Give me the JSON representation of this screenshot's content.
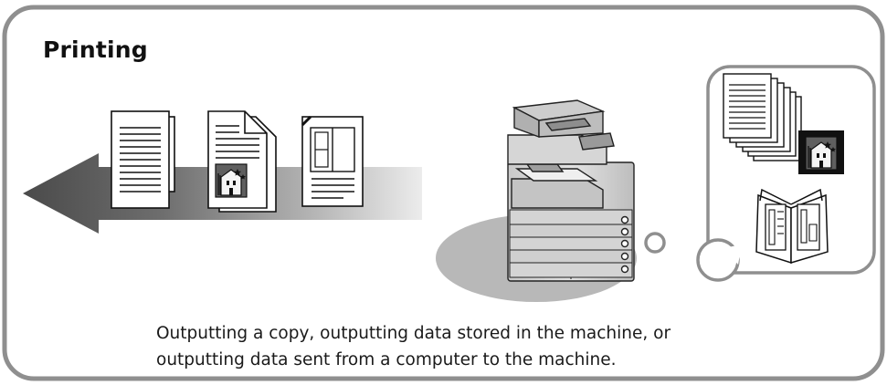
{
  "section": {
    "title": "Printing",
    "caption_lines": [
      "Outputting a copy, outputting data stored in the machine, or",
      "outputting data sent from a computer to the machine."
    ]
  },
  "icons": {
    "output_arrow": "output-arrow-icon",
    "text_document": "text-document-icon",
    "image_document": "image-document-icon",
    "layout_document": "layout-document-icon",
    "printer": "multifunction-printer-icon",
    "thought_bubble": "thought-bubble-icon",
    "stacked_documents": "stacked-documents-icon",
    "photo": "photo-icon",
    "booklet": "booklet-icon"
  },
  "colors": {
    "frame_border": "#8f8f8f",
    "arrow_dark": "#4d4d4d",
    "arrow_light": "#e6e6e6",
    "printer_base": "#b8b8b8",
    "printer_body": "#dcdcdc",
    "text": "#1a1a1a"
  }
}
